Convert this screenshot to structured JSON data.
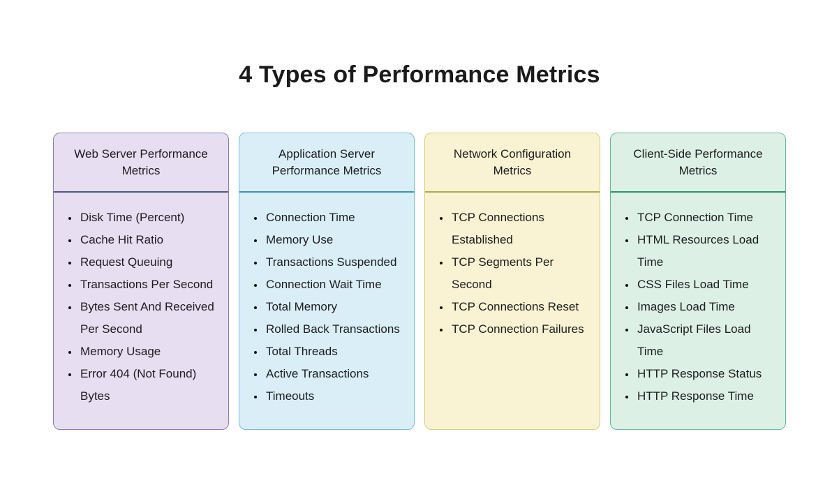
{
  "page": {
    "title": "4 Types of Performance Metrics",
    "background_color": "#ffffff",
    "title_color": "#1a1a1a"
  },
  "cards": [
    {
      "id": "web-server",
      "title": "Web Server Performance Metrics",
      "colors": {
        "bg": "#e8def1",
        "border": "#8a7fb0",
        "divider": "#59538a"
      },
      "items": [
        "Disk Time (Percent)",
        "Cache Hit Ratio",
        "Request Queuing",
        "Transactions Per Second",
        "Bytes Sent And Received Per Second",
        "Memory Usage",
        "Error 404 (Not Found) Bytes"
      ]
    },
    {
      "id": "application-server",
      "title": "Application Server Performance Metrics",
      "colors": {
        "bg": "#daeef7",
        "border": "#72bed6",
        "divider": "#3f93b0"
      },
      "items": [
        "Connection Time",
        "Memory Use",
        "Transactions Suspended",
        "Connection Wait Time",
        "Total Memory",
        "Rolled Back Transactions",
        "Total Threads",
        "Active Transactions",
        "Timeouts"
      ]
    },
    {
      "id": "network-configuration",
      "title": "Network Configuration Metrics",
      "colors": {
        "bg": "#f9f3d3",
        "border": "#d8cc7d",
        "divider": "#abab4f"
      },
      "items": [
        "TCP Connections Established",
        "TCP Segments Per Second",
        "TCP Connections Reset",
        "TCP Connection Failures"
      ]
    },
    {
      "id": "client-side",
      "title": "Client-Side Performance Metrics",
      "colors": {
        "bg": "#ddf0e6",
        "border": "#66b996",
        "divider": "#2a9370"
      },
      "items": [
        "TCP Connection Time",
        "HTML Resources Load Time",
        "CSS Files Load Time",
        "Images Load Time",
        "JavaScript Files Load Time",
        "HTTP Response Status",
        "HTTP Response Time"
      ]
    }
  ]
}
